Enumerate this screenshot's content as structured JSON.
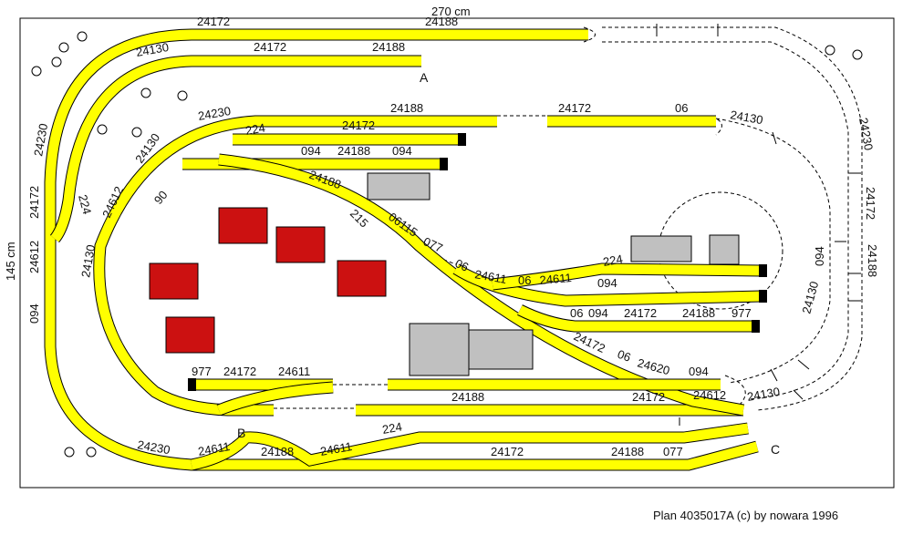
{
  "plan": {
    "width_label": "270 cm",
    "height_label": "145 cm",
    "caption": "Plan 4035017A  (c) by nowara 1996",
    "colors": {
      "track": "#ffff00",
      "house": "#cc1111",
      "building": "#c0c0c0",
      "buffer": "#000000"
    },
    "letters": [
      "A",
      "B",
      "C"
    ],
    "track_labels": [
      "24172",
      "24188",
      "24130",
      "24172",
      "24188",
      "24230",
      "24188",
      "24172",
      "06",
      "24130",
      "224",
      "24172",
      "094",
      "24188",
      "094",
      "24130",
      "24188",
      "24612",
      "90",
      "224",
      "24230",
      "24172",
      "24612",
      "094",
      "24130",
      "215",
      "06115",
      "077",
      "06",
      "24611",
      "06",
      "24611",
      "224",
      "094",
      "06",
      "094",
      "24172",
      "24188",
      "977",
      "24172",
      "06",
      "24620",
      "094",
      "24612",
      "24130",
      "977",
      "24172",
      "24611",
      "24188",
      "24172",
      "24230",
      "24611",
      "24188",
      "24611",
      "224",
      "24172",
      "24188",
      "077",
      "24230",
      "24172",
      "24188",
      "094",
      "24130"
    ]
  }
}
